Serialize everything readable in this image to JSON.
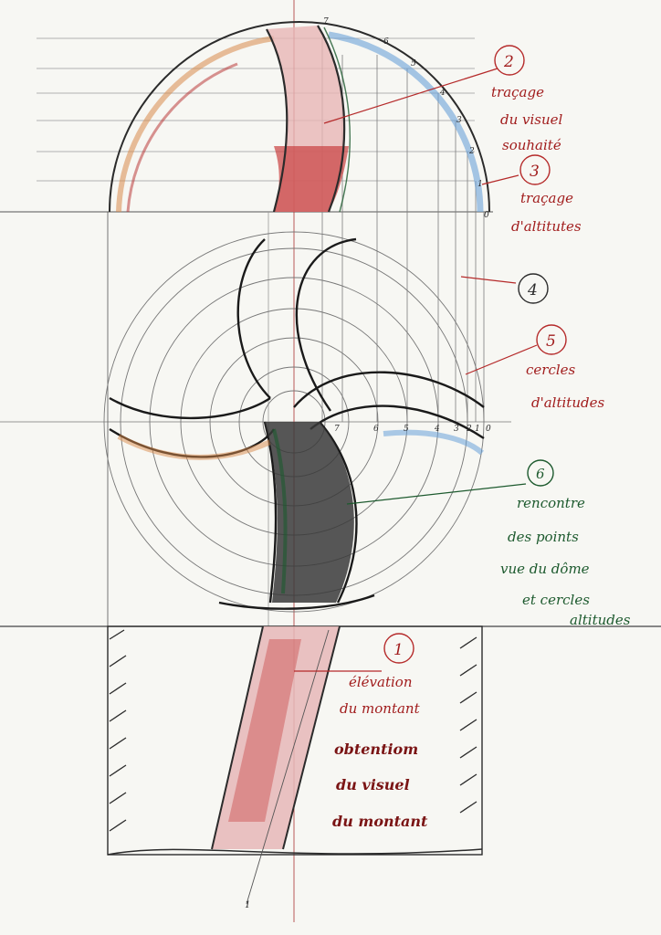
{
  "annotations": [
    {
      "number": "1",
      "lines": [
        "élévation",
        "du montant"
      ],
      "color": "#a11d1d"
    },
    {
      "number": "2",
      "lines": [
        "traçage",
        "du visuel",
        "souhaité"
      ],
      "color": "#a11d1d"
    },
    {
      "number": "3",
      "lines": [
        "traçage",
        "d'altitutes"
      ],
      "color": "#a11d1d"
    },
    {
      "number": "4",
      "lines": [],
      "color": "#a11d1d"
    },
    {
      "number": "5",
      "lines": [
        "cercles",
        "d'altitudes"
      ],
      "color": "#a11d1d"
    },
    {
      "number": "6",
      "lines": [
        "rencontre",
        "des points",
        "vue du dôme",
        "et cercles",
        "altitudes"
      ],
      "color": "#1d5a2e"
    }
  ],
  "caption": [
    "obtentiom",
    "du visuel",
    "du montant"
  ],
  "colors": {
    "paper": "#f7f7f3",
    "pencil": "#2b2b2b",
    "light_pencil": "#8a8a8a",
    "red": "#b52a2a",
    "dark_red": "#7a1414",
    "blue": "#6aa2d8",
    "orange": "#d98a4a",
    "green": "#1d5a2e"
  },
  "elevation_ticks": [
    "7",
    "6",
    "5",
    "4",
    "3",
    "2",
    "1",
    "0"
  ],
  "plan_ticks": [
    "7",
    "6",
    "5",
    "4",
    "3",
    "2",
    "1",
    "0"
  ],
  "base_mark": "1"
}
